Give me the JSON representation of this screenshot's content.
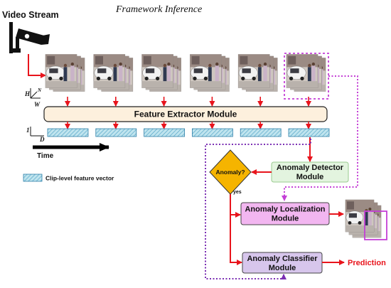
{
  "title": "Framework Inference",
  "input": {
    "label": "Video Stream",
    "icon": "cctv-camera-icon"
  },
  "axes": {
    "h": "H",
    "w": "W",
    "n": "N",
    "one": "1",
    "d": "D",
    "time": "Time"
  },
  "clip_count": 6,
  "modules": {
    "feature_extractor": "Feature Extractor Module",
    "anomaly_detector": "Anomaly Detector\nModule",
    "anomaly_localization": "Anomaly Localization\nModule",
    "anomaly_classifier": "Anomaly Classifier\nModule"
  },
  "decision": {
    "label": "Anomaly?",
    "yes": "yes"
  },
  "output": {
    "label": "Prediction"
  },
  "legend": {
    "label": "Clip-level feature vector"
  },
  "colors": {
    "feature_extractor_fill": "#fdf0dd",
    "detector_fill": "#e3f4df",
    "detector_border": "#9acb8f",
    "localization_fill": "#f2b6f0",
    "classifier_fill": "#d7c6ec",
    "decision_fill": "#f5b400",
    "arrow_red": "#e8141c",
    "dashed_magenta": "#c43fd6",
    "dashed_purple": "#7b2fb3",
    "feature_vector_fill": "#bfe4ee",
    "feature_vector_stroke": "#2f7fa8",
    "prediction_text": "#e8141c"
  }
}
